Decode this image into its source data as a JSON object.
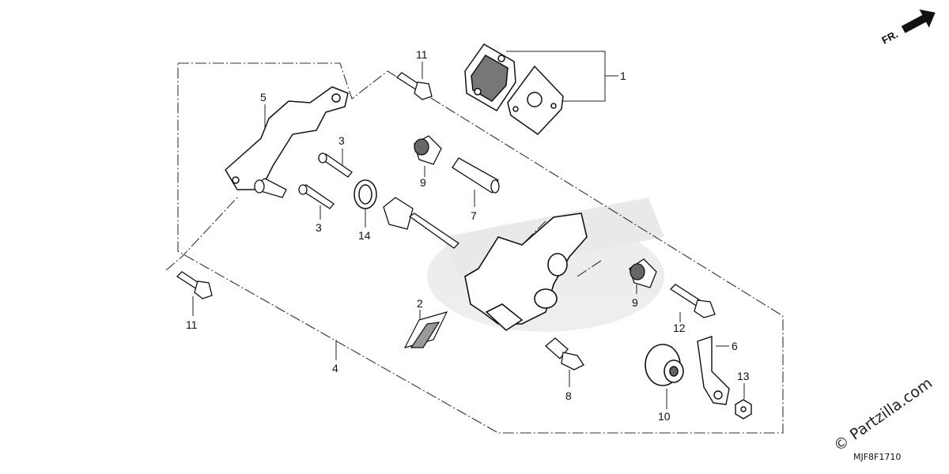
{
  "direction_label": "FR.",
  "diagram_code": "MJF8F1710",
  "watermark": "© Partzilla.com",
  "callouts": {
    "c1": "1",
    "c2": "2",
    "c3a": "3",
    "c3b": "3",
    "c4": "4",
    "c5": "5",
    "c6": "6",
    "c7": "7",
    "c8": "8",
    "c9a": "9",
    "c9b": "9",
    "c10": "10",
    "c11a": "11",
    "c11b": "11",
    "c12": "12",
    "c13": "13",
    "c14": "14"
  }
}
